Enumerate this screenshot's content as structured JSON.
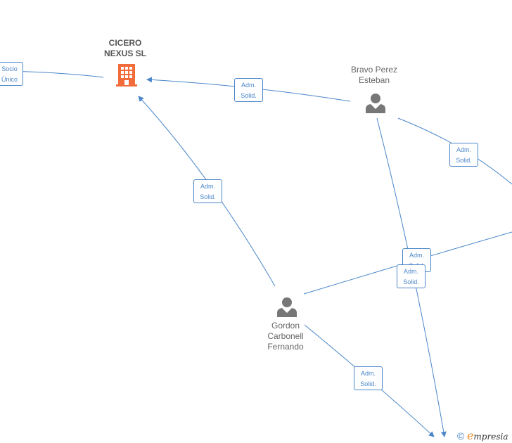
{
  "colors": {
    "edge": "#4a86c8",
    "company": "#f26b3a",
    "person": "#777777"
  },
  "nodes": {
    "company": {
      "name_line1": "CICERO",
      "name_line2": "NEXUS  SL",
      "icon": "building-icon"
    },
    "bravo": {
      "name_line1": "Bravo Perez",
      "name_line2": "Esteban",
      "icon": "person-icon"
    },
    "gordon": {
      "name_line1": "Gordon",
      "name_line2": "Carbonell",
      "name_line3": "Fernando",
      "icon": "person-icon"
    }
  },
  "edge_labels": {
    "socio": {
      "line1": "Socio",
      "line2": "Único"
    },
    "bravo_company": {
      "line1": "Adm.",
      "line2": "Solid."
    },
    "gordon_company": {
      "line1": "Adm.",
      "line2": "Solid."
    },
    "bravo_right": {
      "line1": "Adm.",
      "line2": "Solid."
    },
    "gordon_right": {
      "line1": "Adm.",
      "line2": "Solid."
    },
    "bravo_bottom": {
      "line1": "Adm.",
      "line2": "Solid."
    },
    "gordon_bottom": {
      "line1": "Adm.",
      "line2": "Solid."
    }
  },
  "watermark": {
    "copyright": "©",
    "brand_e": "e",
    "brand_rest": "mpresia"
  }
}
